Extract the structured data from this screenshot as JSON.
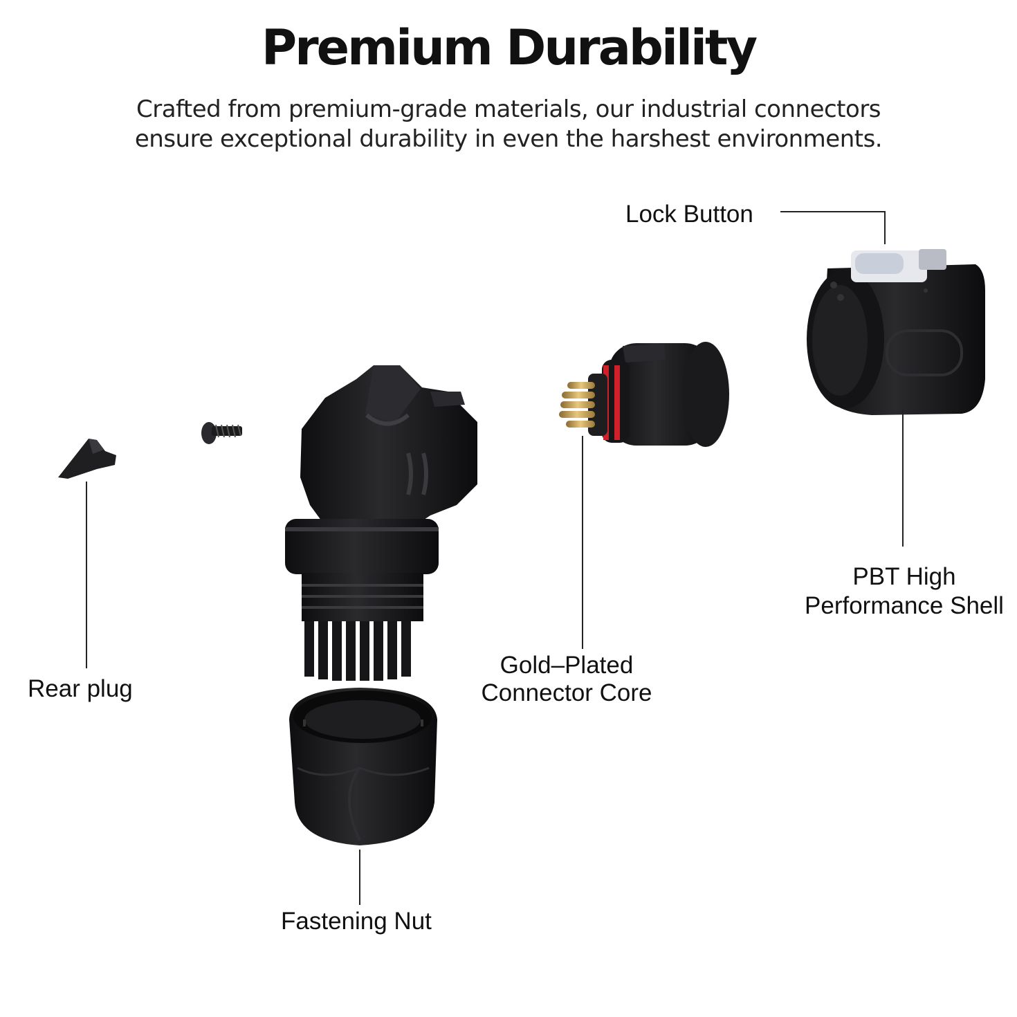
{
  "header": {
    "title": "Premium Durability",
    "subtitle_line1": "Crafted from premium-grade materials, our  industrial  connectors",
    "subtitle_line2": "ensure exceptional  durability in even the harshest  environments."
  },
  "labels": {
    "lock_button": "Lock Button",
    "shell_line1": "PBT High",
    "shell_line2": "Performance Shell",
    "core_line1": "Gold–Plated",
    "core_line2": "Connector Core",
    "rear_plug": "Rear plug",
    "fastening_nut": "Fastening Nut"
  },
  "colors": {
    "part_black": "#1c1c1e",
    "gold": "#c9a45a",
    "o_ring_red": "#d0202a",
    "leader": "#222222"
  }
}
